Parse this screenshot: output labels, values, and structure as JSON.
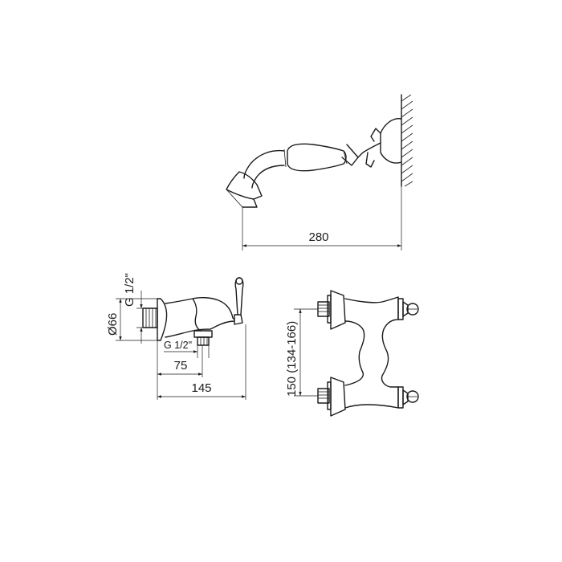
{
  "dimensions": {
    "shower_reach": "280",
    "inlet_thread": "G 1/2\"",
    "flange_diameter": "Ø66",
    "outlet_thread": "G 1/2\"",
    "outlet_offset": "75",
    "total_depth": "145",
    "centers": "150 (134-166)"
  }
}
